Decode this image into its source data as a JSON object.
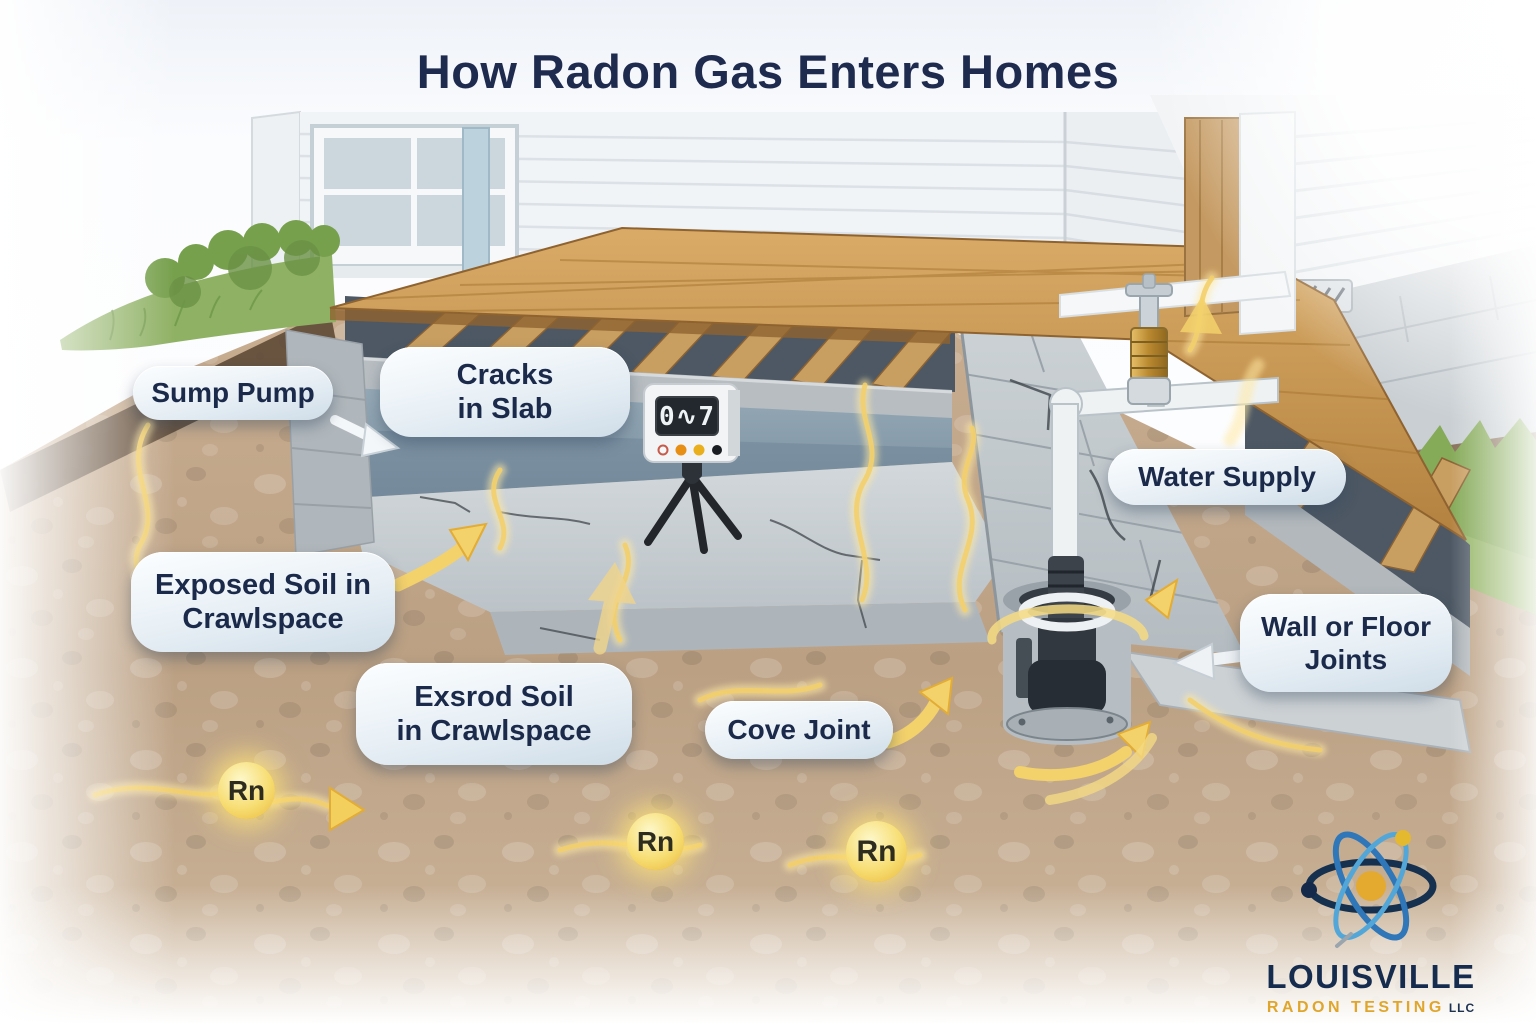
{
  "title": "How Radon Gas Enters Homes",
  "callouts": [
    {
      "id": "sump-pump",
      "lines": [
        "Sump Pump",
        ""
      ]
    },
    {
      "id": "cracks-in-slab",
      "lines": [
        "Cracks",
        "in Slab"
      ]
    },
    {
      "id": "water-supply",
      "lines": [
        "Water Supply",
        ""
      ]
    },
    {
      "id": "exposed-soil",
      "lines": [
        "Exposed Soil in",
        "Crawlspace"
      ]
    },
    {
      "id": "exsrod-soil",
      "lines": [
        "Exsrod Soil",
        "in Crawlspace"
      ]
    },
    {
      "id": "cove-joint",
      "lines": [
        "Cove Joint",
        ""
      ]
    },
    {
      "id": "wall-floor-joints",
      "lines": [
        "Wall or Floor",
        "Joints"
      ]
    }
  ],
  "radon_markers": [
    {
      "symbol": "Rn"
    },
    {
      "symbol": "Rn"
    },
    {
      "symbol": "Rn"
    }
  ],
  "detector": {
    "reading": "0∿7"
  },
  "logo": {
    "company": "LOUISVILLE",
    "tagline": "RADON TESTING",
    "suffix": "LLC"
  },
  "colors": {
    "title_navy": "#1e2a4e",
    "callout_text": "#1b2a4a",
    "radon_yellow": "#f2cf52",
    "gas_glow": "#f6d86f",
    "logo_navy": "#152c4e",
    "logo_gold": "#dfa62b",
    "soil_brown": "#bda287",
    "grass_green": "#85aa58"
  }
}
